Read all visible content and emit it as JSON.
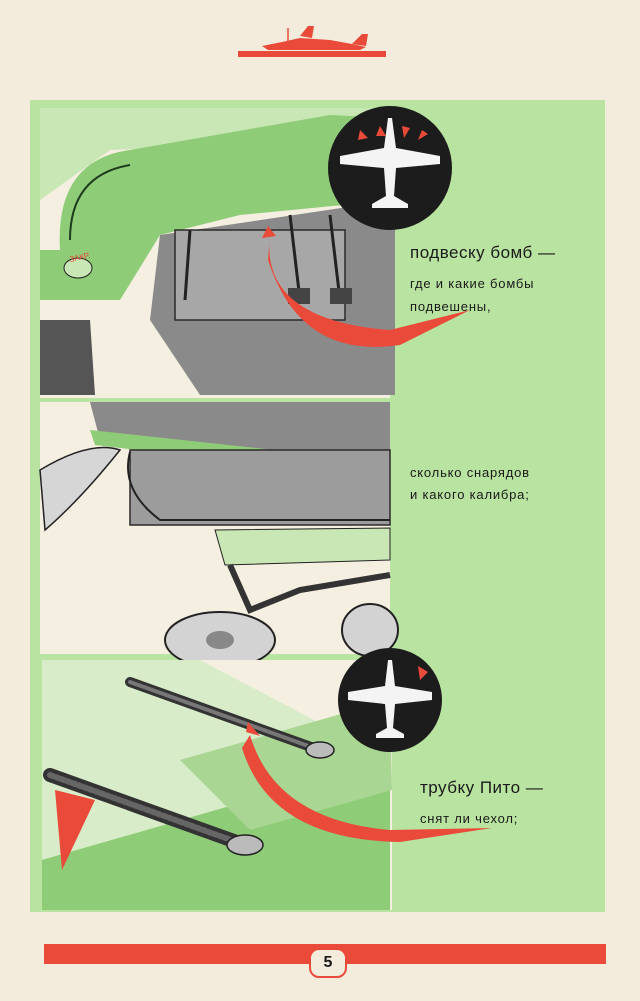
{
  "sections": [
    {
      "title": "подвеску бомб —",
      "lines": [
        "где и какие бомбы",
        "подвешены,"
      ]
    },
    {
      "title": "",
      "lines": [
        "сколько снарядов",
        "и какого калибра;"
      ]
    },
    {
      "title": "трубку Пито —",
      "lines": [
        "снят ли чехол;"
      ]
    }
  ],
  "stencil": "ЗАКР.",
  "page_number": "5",
  "colors": {
    "paper": "#f3ecdc",
    "panel_green": "#b9e3a0",
    "accent_red": "#ea4a3a",
    "plane_green": "#8fcc78",
    "shadow_gray": "#8a8a8a"
  }
}
